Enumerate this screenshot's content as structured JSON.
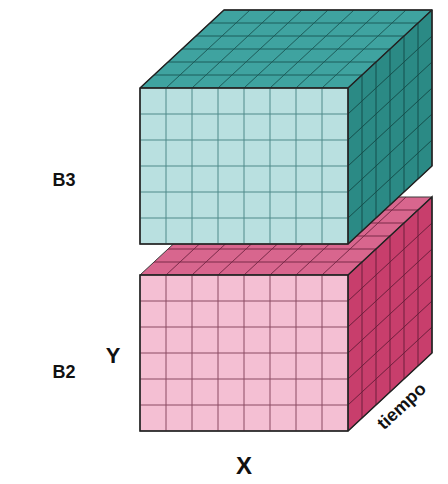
{
  "diagram": {
    "labels": [
      "B3",
      "B2",
      "Y",
      "X",
      "tiempo"
    ]
  }
}
